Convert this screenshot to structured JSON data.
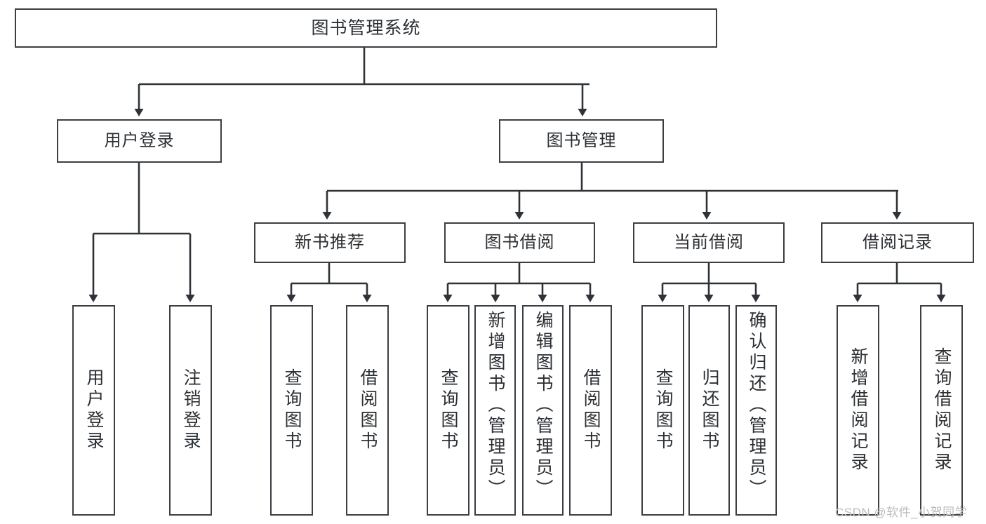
{
  "diagram": {
    "type": "tree",
    "title": "图书管理系统",
    "watermark": "CSDN @软件_小贺同学",
    "colors": {
      "box_border": "#3b3f43",
      "line": "#2f3337",
      "text": "#2b2f33",
      "background": "#ffffff",
      "watermark": "#b9bcbf"
    },
    "nodes": {
      "root": {
        "label": "图书管理系统"
      },
      "level1": [
        {
          "label": "用户登录"
        },
        {
          "label": "图书管理"
        }
      ],
      "level2": [
        {
          "label": "新书推荐"
        },
        {
          "label": "图书借阅"
        },
        {
          "label": "当前借阅"
        },
        {
          "label": "借阅记录"
        }
      ],
      "leaves": {
        "user_login": [
          {
            "label": "用户登录"
          },
          {
            "label": "注销登录"
          }
        ],
        "new_book": [
          {
            "label": "查询图书"
          },
          {
            "label": "借阅图书"
          }
        ],
        "borrow_book": [
          {
            "label": "查询图书"
          },
          {
            "label": "新增图书（管理员）"
          },
          {
            "label": "编辑图书（管理员）"
          },
          {
            "label": "借阅图书"
          }
        ],
        "current_borrow": [
          {
            "label": "查询图书"
          },
          {
            "label": "归还图书"
          },
          {
            "label": "确认归还（管理员）"
          }
        ],
        "borrow_record": [
          {
            "label": "新增借阅记录"
          },
          {
            "label": "查询借阅记录"
          }
        ]
      }
    }
  }
}
